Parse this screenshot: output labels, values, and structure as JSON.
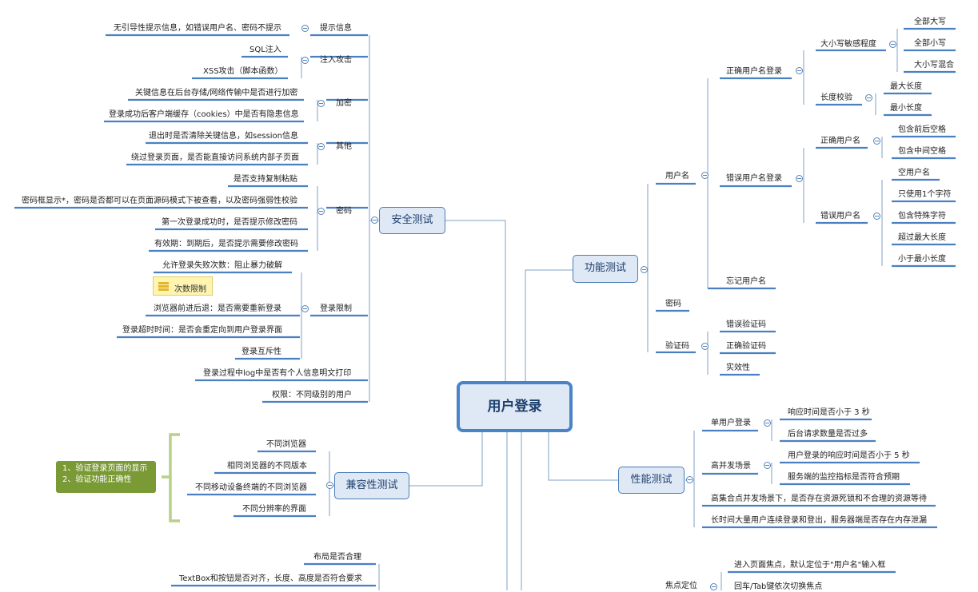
{
  "root": "用户登录",
  "security": {
    "title": "安全测试",
    "hint": {
      "label": "提示信息",
      "items": [
        "无引导性提示信息，如错误用户名、密码不提示"
      ]
    },
    "inject": {
      "label": "注入攻击",
      "items": [
        "SQL注入",
        "XSS攻击（脚本函数）"
      ]
    },
    "encrypt": {
      "label": "加密",
      "items": [
        "关键信息在后台存储/网络传输中是否进行加密",
        "登录成功后客户端缓存（cookies）中是否有隐患信息"
      ]
    },
    "other": {
      "label": "其他",
      "items": [
        "退出时是否清除关键信息，如session信息",
        "绕过登录页面，是否能直接访问系统内部子页面"
      ]
    },
    "password": {
      "label": "密码",
      "items": [
        "是否支持复制粘贴",
        "密码框显示*，密码是否都可以在页面源码模式下被查看，以及密码强弱性校验",
        "第一次登录成功时，是否提示修改密码",
        "有效期：到期后，是否提示需要修改密码"
      ]
    },
    "limit": {
      "label": "登录限制",
      "items": [
        "允许登录失败次数：阻止暴力破解",
        "浏览器前进后退：是否需要重新登录",
        "登录超时时间：是否会重定向到用户登录界面",
        "登录互斥性"
      ],
      "note": "次数限制"
    },
    "log": "登录过程中log中是否有个人信息明文打印",
    "perm": "权限：不同级别的用户"
  },
  "compat": {
    "title": "兼容性测试",
    "items": [
      "不同浏览器",
      "相同浏览器的不同版本",
      "不同移动设备终端的不同浏览器",
      "不同分辨率的界面"
    ],
    "note_lines": [
      "1、验证登录页面的显示",
      "2、验证功能正确性"
    ]
  },
  "ui": {
    "items": [
      "布局是否合理",
      "TextBox和按钮是否对齐，长度、高度是否符合要求"
    ]
  },
  "func": {
    "title": "功能测试",
    "username": {
      "label": "用户名",
      "correct": {
        "label": "正确用户名登录",
        "case": {
          "label": "大小写敏感程度",
          "items": [
            "全部大写",
            "全部小写",
            "大小写混合"
          ]
        },
        "len": {
          "label": "长度校验",
          "items": [
            "最大长度",
            "最小长度"
          ]
        }
      },
      "wrong": {
        "label": "错误用户名登录",
        "right_name": {
          "label": "正确用户名",
          "items": [
            "包含前后空格",
            "包含中间空格"
          ]
        },
        "wrong_name": {
          "label": "错误用户名",
          "items": [
            "空用户名",
            "只使用1个字符",
            "包含特殊字符",
            "超过最大长度",
            "小于最小长度"
          ]
        }
      },
      "forgot": "忘记用户名"
    },
    "password": "密码",
    "captcha": {
      "label": "验证码",
      "items": [
        "错误验证码",
        "正确验证码",
        "实效性"
      ]
    }
  },
  "perf": {
    "title": "性能测试",
    "single": {
      "label": "单用户登录",
      "items": [
        "响应时间是否小于 3 秒",
        "后台请求数量是否过多"
      ]
    },
    "concurrent": {
      "label": "高并发场景",
      "items": [
        "用户登录的响应时间是否小于 5 秒",
        "服务端的监控指标是否符合预期"
      ]
    },
    "peak": "高集合点并发场景下，是否存在资源死锁和不合理的资源等待",
    "long": "长时间大量用户连续登录和登出，服务器端是否存在内存泄漏"
  },
  "focus": {
    "label": "焦点定位",
    "items": [
      "进入页面焦点，默认定位于\"用户名\"输入框",
      "回车/Tab键依次切换焦点"
    ]
  }
}
